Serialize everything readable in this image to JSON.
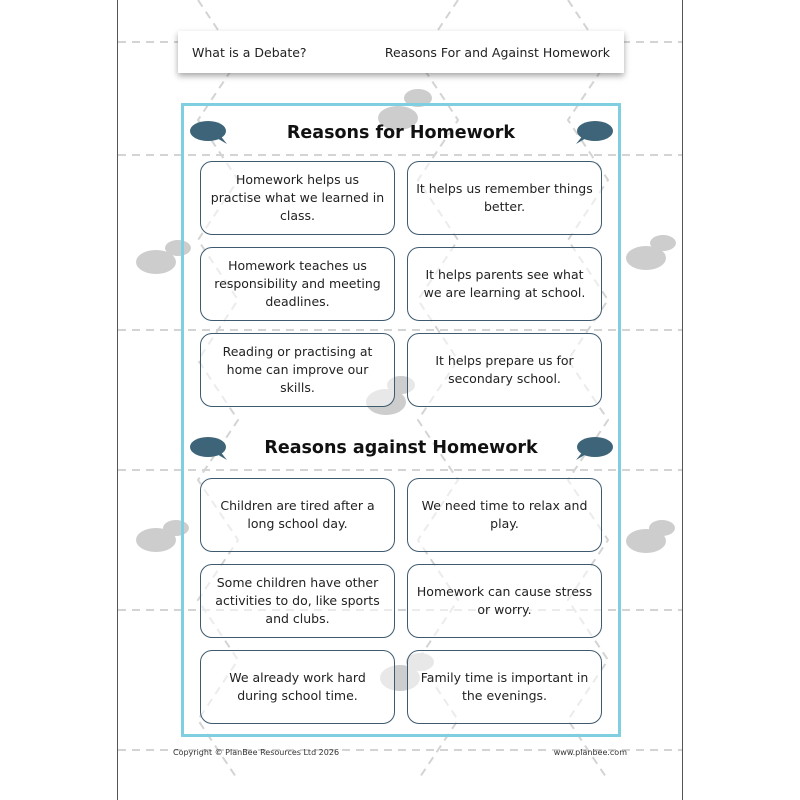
{
  "header": {
    "left_title": "What is a Debate?",
    "right_title": "Reasons For and Against Homework"
  },
  "sections": {
    "for": {
      "title": "Reasons for Homework",
      "cards": [
        "Homework helps us practise what we learned in class.",
        "It helps us remember things better.",
        "Homework teaches us responsibility and meeting deadlines.",
        "It helps parents see what we are learning at school.",
        "Reading or practising at home can improve our skills.",
        "It helps prepare us for secondary school."
      ]
    },
    "against": {
      "title": "Reasons against Homework",
      "cards": [
        "Children are tired after a long school day.",
        "We need time to relax and play.",
        "Some children have other activities to do, like sports and clubs.",
        "Homework can cause stress or worry.",
        "We already work hard during school time.",
        "Family time is important in the evenings."
      ]
    }
  },
  "footer": {
    "copyright": "Copyright © PlanBee Resources Ltd 2026",
    "website": "www.planbee.com"
  },
  "colors": {
    "frame": "#7fcfe0",
    "bubble": "#3d6478",
    "card_border": "#3d5a6e"
  },
  "icons": {
    "speech_bubble": "speech-bubble-icon",
    "watermark": "bee-icon"
  }
}
